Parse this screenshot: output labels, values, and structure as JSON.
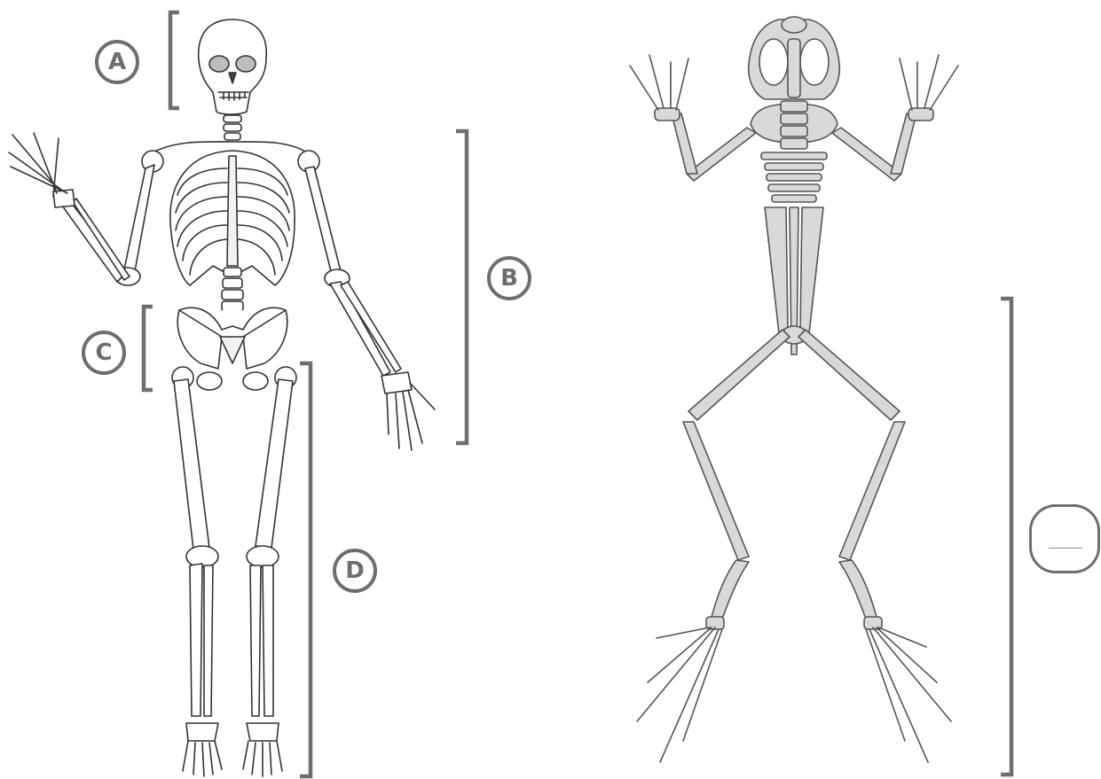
{
  "labels": {
    "a": "A",
    "b": "B",
    "c": "C",
    "d": "D"
  },
  "answer_box": {
    "value": ""
  },
  "colors": {
    "bracket": "#6d6e71",
    "human_bone_fill": "#ffffff",
    "human_bone_stroke": "#333333",
    "frog_bone_fill": "#d9d9d9",
    "frog_bone_stroke": "#555555"
  }
}
